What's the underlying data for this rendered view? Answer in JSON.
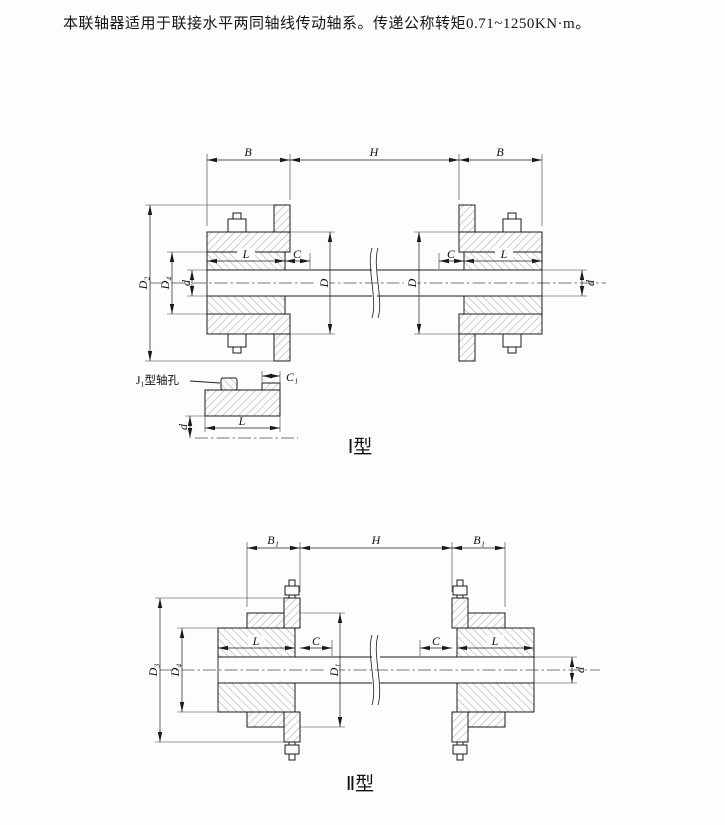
{
  "header": {
    "description": "本联轴器适用于联接水平两同轴线传动轴系。传递公称转矩0.71~1250KN·m。"
  },
  "figure_type1": {
    "caption": "Ⅰ型",
    "dim_top_left": "B",
    "dim_top_center": "H",
    "dim_top_right": "B",
    "dim_flange_od": "D₂",
    "dim_hub_od": "D₄",
    "dim_bore_left": "d",
    "dim_bore_right": "d",
    "dim_hub_len_left": "L",
    "dim_gap_left": "C",
    "dim_sleeve_od_left": "D",
    "dim_sleeve_od_right": "D",
    "dim_gap_right": "C",
    "dim_hub_len_right": "L",
    "detail": {
      "label": "J₁型轴孔",
      "dim_step": "C₁",
      "dim_len": "L",
      "dim_bore": "d"
    }
  },
  "figure_type2": {
    "caption": "Ⅱ型",
    "dim_top_left": "B₁",
    "dim_top_center": "H",
    "dim_top_right": "B₁",
    "dim_flange_od": "D₃",
    "dim_hub_od": "D₄",
    "dim_sleeve_od": "D₁",
    "dim_hub_len_left": "L",
    "dim_gap_left": "C",
    "dim_gap_right": "C",
    "dim_hub_len_right": "L",
    "dim_bore_right": "d"
  }
}
